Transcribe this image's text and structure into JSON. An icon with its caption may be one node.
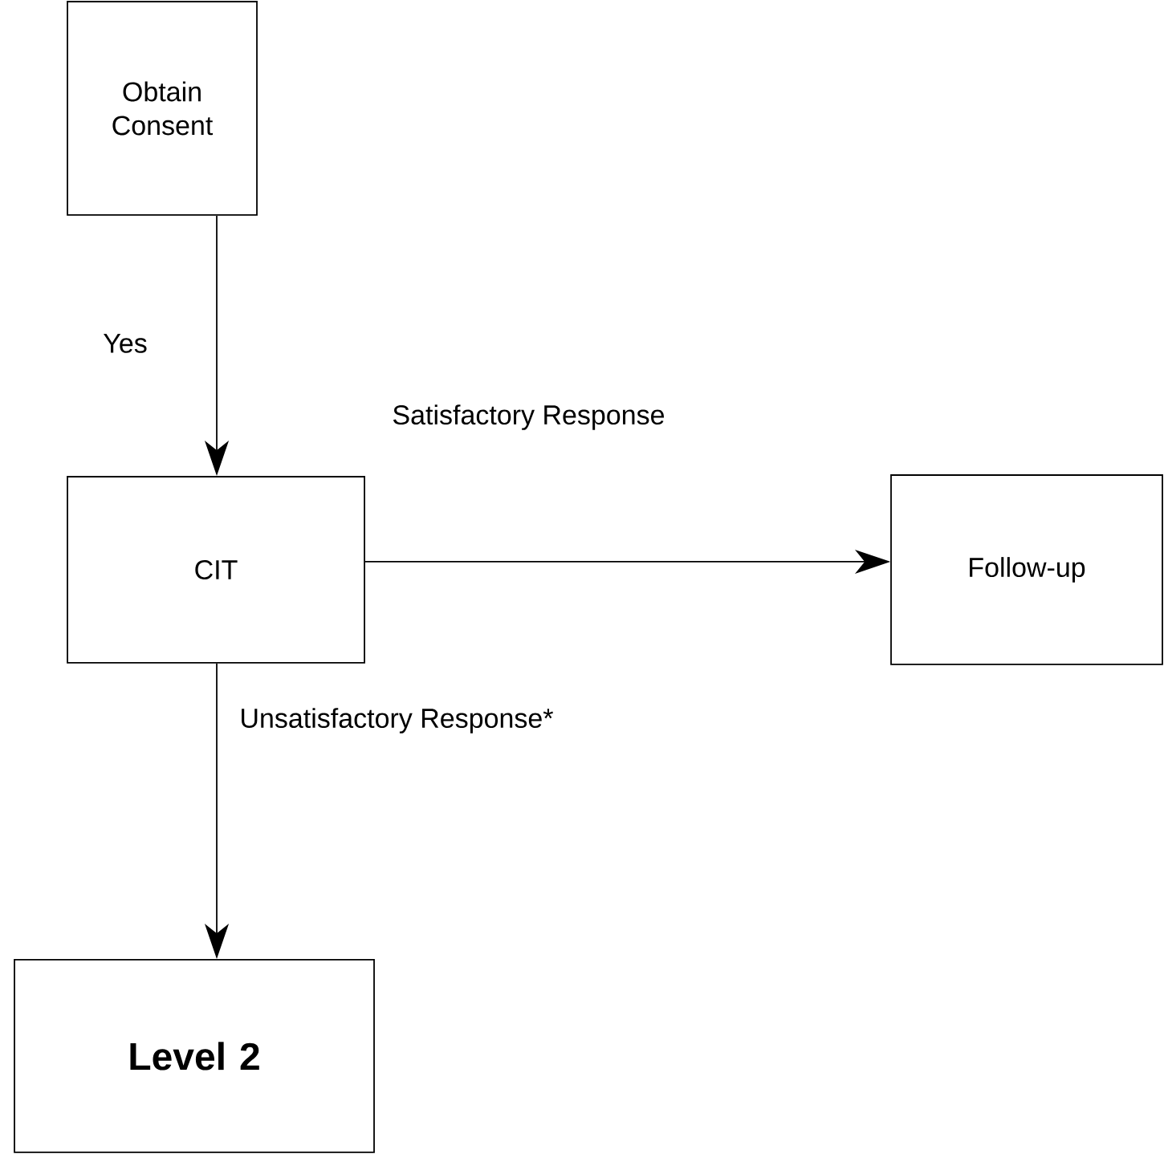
{
  "diagram": {
    "nodes": [
      {
        "text": [
          "Obtain Consent"
        ]
      },
      {
        "text": [
          "CIT"
        ]
      },
      {
        "text": [
          "Follow-up"
        ]
      },
      {
        "text": [
          "Level 2"
        ]
      }
    ],
    "edges": [
      {
        "from": 0,
        "to": 1,
        "arrow": "to",
        "label": "Yes"
      },
      {
        "from": 1,
        "to": 2,
        "arrow": "to",
        "label": "Satisfactory Response"
      },
      {
        "from": 1,
        "to": 3,
        "arrow": "to",
        "label": "Unsatisfactory Response*"
      }
    ]
  }
}
